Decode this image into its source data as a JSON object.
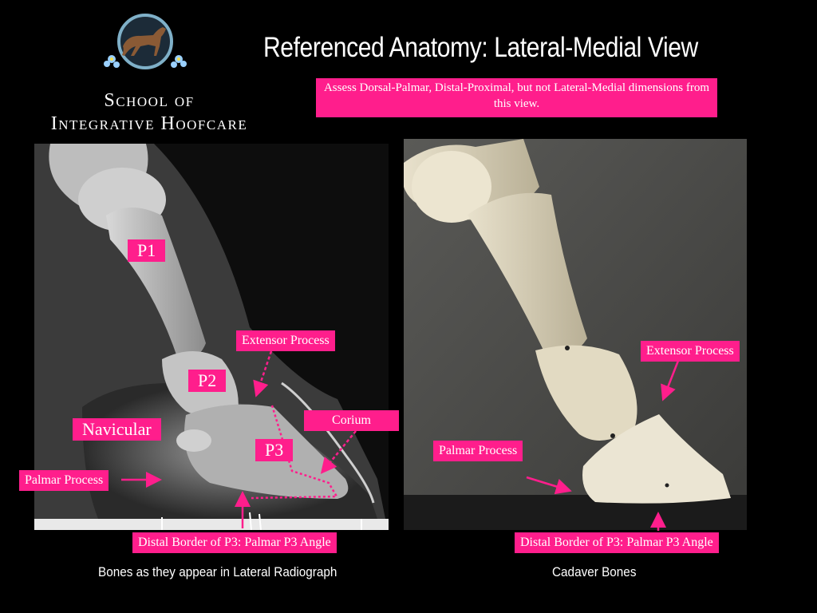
{
  "title": "Referenced Anatomy: Lateral-Medial View",
  "school": {
    "line1": "School of",
    "line2": "Integrative Hoofcare"
  },
  "note": "Assess Dorsal-Palmar, Distal-Proximal, but not Lateral-Medial dimensions from this view.",
  "radiograph": {
    "labels": {
      "p1": "P1",
      "p2": "P2",
      "p3": "P3",
      "navicular": "Navicular",
      "extensor": "Extensor Process",
      "corium": "Corium",
      "palmar": "Palmar Process",
      "distal": "Distal Border of P3: Palmar P3 Angle"
    },
    "caption": "Bones as they appear in Lateral Radiograph"
  },
  "cadaver": {
    "labels": {
      "extensor": "Extensor Process",
      "palmar": "Palmar Process",
      "distal": "Distal Border of P3: Palmar P3 Angle"
    },
    "caption": "Cadaver Bones"
  },
  "colors": {
    "accent": "#ff1e8c",
    "background": "#000000",
    "logo_ring": "#7fb0c8"
  }
}
